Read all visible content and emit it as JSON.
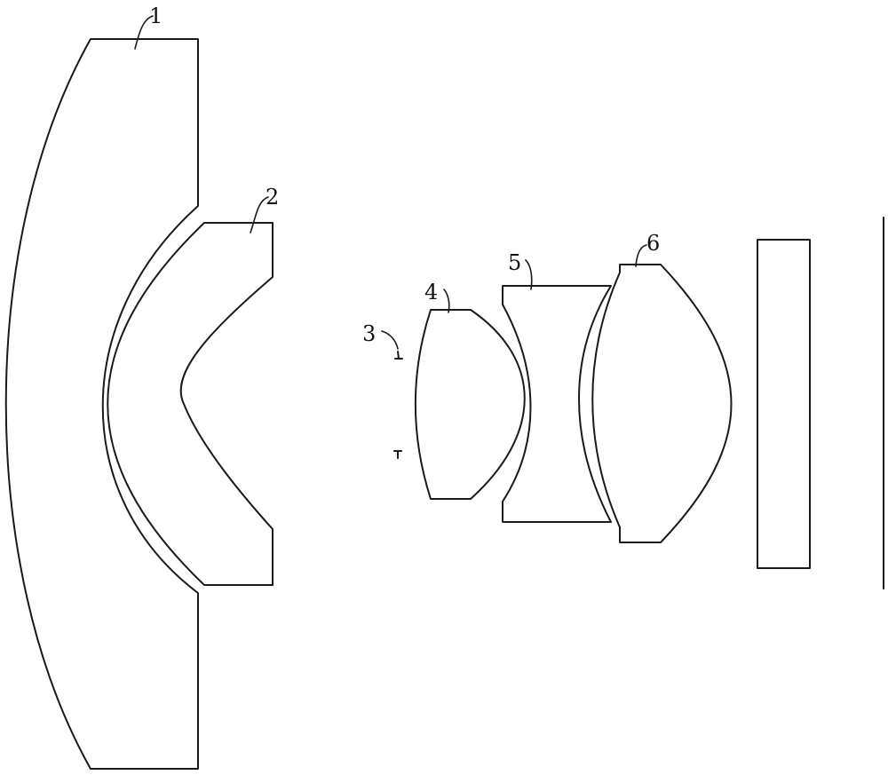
{
  "labels": {
    "element_1": "1",
    "element_2": "2",
    "element_3": "3",
    "element_4": "4",
    "element_5": "5",
    "element_6": "6"
  }
}
